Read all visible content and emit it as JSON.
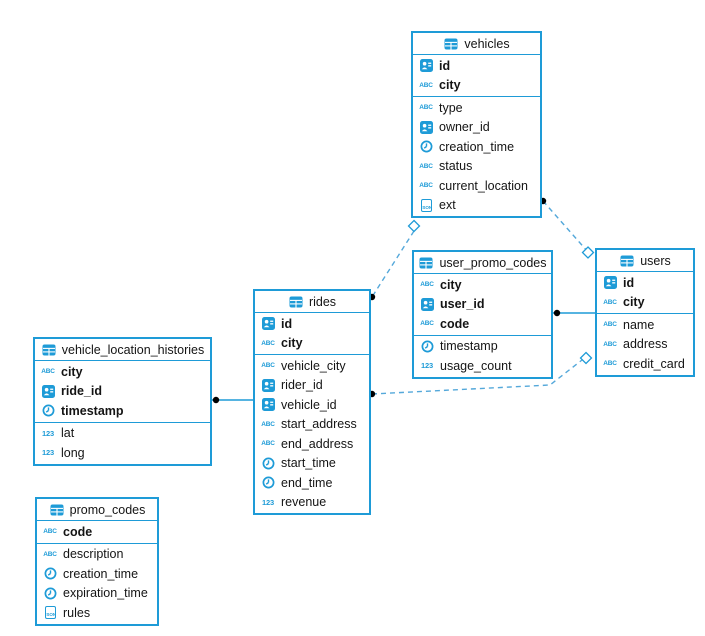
{
  "diagram": {
    "accent_color": "#1e9bd7",
    "dashed_line_color": "#54a8da",
    "dot_color": "#000000",
    "background_color": "#ffffff"
  },
  "icons": {
    "text": "ABC",
    "number": "123",
    "json": "JSON"
  },
  "tables": [
    {
      "name": "vehicles",
      "primary_keys": [
        {
          "type": "id",
          "name": "id"
        },
        {
          "type": "text",
          "name": "city"
        }
      ],
      "columns": [
        {
          "type": "text",
          "name": "type"
        },
        {
          "type": "id",
          "name": "owner_id"
        },
        {
          "type": "time",
          "name": "creation_time"
        },
        {
          "type": "text",
          "name": "status"
        },
        {
          "type": "text",
          "name": "current_location"
        },
        {
          "type": "json",
          "name": "ext"
        }
      ]
    },
    {
      "name": "user_promo_codes",
      "primary_keys": [
        {
          "type": "text",
          "name": "city"
        },
        {
          "type": "id",
          "name": "user_id"
        },
        {
          "type": "text",
          "name": "code"
        }
      ],
      "columns": [
        {
          "type": "time",
          "name": "timestamp"
        },
        {
          "type": "number",
          "name": "usage_count"
        }
      ]
    },
    {
      "name": "users",
      "primary_keys": [
        {
          "type": "id",
          "name": "id"
        },
        {
          "type": "text",
          "name": "city"
        }
      ],
      "columns": [
        {
          "type": "text",
          "name": "name"
        },
        {
          "type": "text",
          "name": "address"
        },
        {
          "type": "text",
          "name": "credit_card"
        }
      ]
    },
    {
      "name": "rides",
      "primary_keys": [
        {
          "type": "id",
          "name": "id"
        },
        {
          "type": "text",
          "name": "city"
        }
      ],
      "columns": [
        {
          "type": "text",
          "name": "vehicle_city"
        },
        {
          "type": "id",
          "name": "rider_id"
        },
        {
          "type": "id",
          "name": "vehicle_id"
        },
        {
          "type": "text",
          "name": "start_address"
        },
        {
          "type": "text",
          "name": "end_address"
        },
        {
          "type": "time",
          "name": "start_time"
        },
        {
          "type": "time",
          "name": "end_time"
        },
        {
          "type": "number",
          "name": "revenue"
        }
      ]
    },
    {
      "name": "vehicle_location_histories",
      "primary_keys": [
        {
          "type": "text",
          "name": "city"
        },
        {
          "type": "id",
          "name": "ride_id"
        },
        {
          "type": "time",
          "name": "timestamp"
        }
      ],
      "columns": [
        {
          "type": "number",
          "name": "lat"
        },
        {
          "type": "number",
          "name": "long"
        }
      ]
    },
    {
      "name": "promo_codes",
      "primary_keys": [
        {
          "type": "text",
          "name": "code"
        }
      ],
      "columns": [
        {
          "type": "text",
          "name": "description"
        },
        {
          "type": "time",
          "name": "creation_time"
        },
        {
          "type": "time",
          "name": "expiration_time"
        },
        {
          "type": "json",
          "name": "rules"
        }
      ]
    }
  ],
  "connections": [
    {
      "from": "vehicles",
      "to": "rides",
      "style": "dashed"
    },
    {
      "from": "vehicles",
      "to": "users",
      "style": "dashed"
    },
    {
      "from": "user_promo_codes",
      "to": "users",
      "style": "solid"
    },
    {
      "from": "rides",
      "to": "users",
      "style": "dashed"
    },
    {
      "from": "vehicle_location_histories",
      "to": "rides",
      "style": "solid"
    }
  ]
}
